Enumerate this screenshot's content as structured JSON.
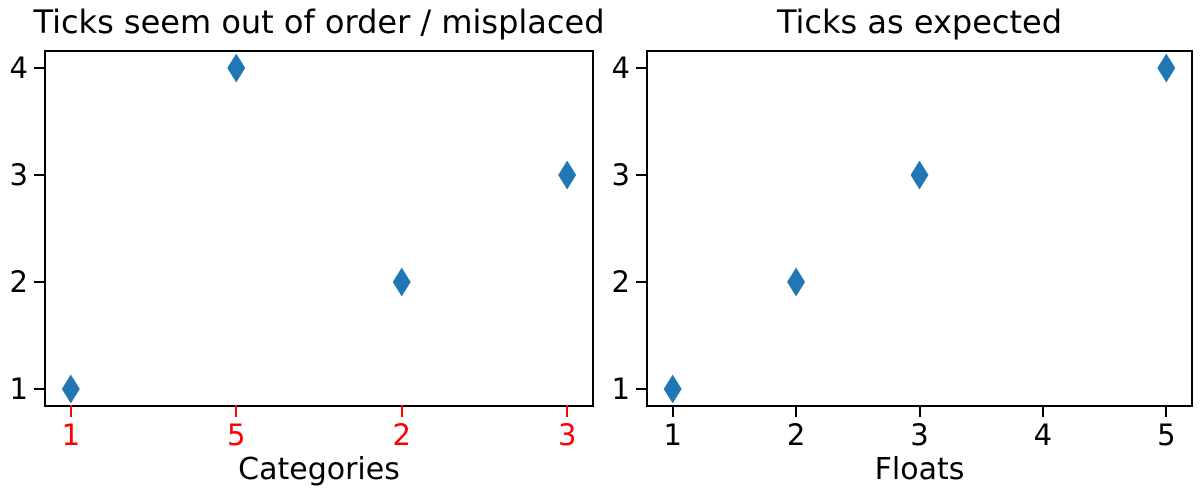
{
  "figure": {
    "background": "#ffffff",
    "marker_shape": "thin-diamond"
  },
  "chart_data": [
    {
      "type": "scatter",
      "title": "Ticks seem out of order / misplaced",
      "xlabel": "Categories",
      "ylabel": "",
      "x_kind": "categorical",
      "categories": [
        "1",
        "5",
        "2",
        "3"
      ],
      "x": [
        0,
        1,
        2,
        3
      ],
      "y": [
        1,
        4,
        2,
        3
      ],
      "xlim": [
        -0.15,
        3.15
      ],
      "ylim": [
        0.85,
        4.15
      ],
      "xticks": [
        0,
        1,
        2,
        3
      ],
      "xtick_labels": [
        "1",
        "5",
        "2",
        "3"
      ],
      "yticks": [
        1,
        2,
        3,
        4
      ],
      "ytick_labels": [
        "1",
        "2",
        "3",
        "4"
      ],
      "xtick_color": "#ff0000",
      "ytick_color": "#000000",
      "marker_color": "#1f77b4",
      "grid": false,
      "legend": null
    },
    {
      "type": "scatter",
      "title": "Ticks as expected",
      "xlabel": "Floats",
      "ylabel": "",
      "x_kind": "numeric",
      "x": [
        1,
        5,
        2,
        3
      ],
      "y": [
        1,
        4,
        2,
        3
      ],
      "xlim": [
        0.8,
        5.2
      ],
      "ylim": [
        0.85,
        4.15
      ],
      "xticks": [
        1,
        2,
        3,
        4,
        5
      ],
      "xtick_labels": [
        "1",
        "2",
        "3",
        "4",
        "5"
      ],
      "yticks": [
        1,
        2,
        3,
        4
      ],
      "ytick_labels": [
        "1",
        "2",
        "3",
        "4"
      ],
      "xtick_color": "#000000",
      "ytick_color": "#000000",
      "marker_color": "#1f77b4",
      "grid": false,
      "legend": null
    }
  ]
}
